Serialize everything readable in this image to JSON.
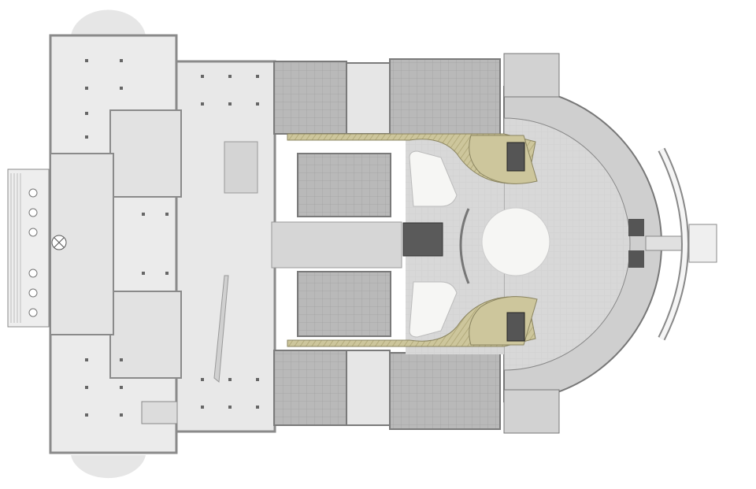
{
  "drawing": {
    "type": "architectural-floor-plan",
    "colors": {
      "background": "#ffffff",
      "floor_light": "#ebebeb",
      "floor_mid": "#d6d6d6",
      "rooms_dark": "#b4b4b4",
      "walls": "#8a8a8a",
      "ramp_olive": "#cdc69c",
      "ramp_stripe": "#b3ab7c",
      "white_area": "#f6f6f4",
      "elevator_dark": "#5a5a5a"
    },
    "icons": [
      "column-grid",
      "staircase",
      "elevator",
      "circular-atrium",
      "curved-ramp"
    ]
  }
}
